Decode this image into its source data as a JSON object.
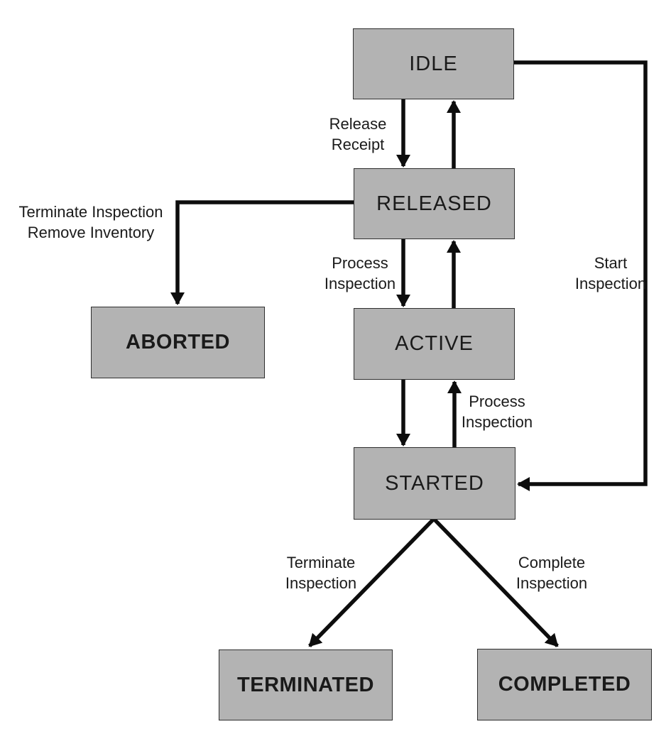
{
  "nodes": [
    {
      "id": "idle",
      "label": "IDLE"
    },
    {
      "id": "released",
      "label": "RELEASED"
    },
    {
      "id": "active",
      "label": "ACTIVE"
    },
    {
      "id": "started",
      "label": "STARTED"
    },
    {
      "id": "aborted",
      "label": "ABORTED"
    },
    {
      "id": "terminated",
      "label": "TERMINATED"
    },
    {
      "id": "completed",
      "label": "COMPLETED"
    }
  ],
  "edge_labels": [
    {
      "id": "release-receipt",
      "text": "Release\nReceipt"
    },
    {
      "id": "process-inspection-released-active",
      "text": "Process\nInspection"
    },
    {
      "id": "process-inspection-started-active",
      "text": "Process\nInspection"
    },
    {
      "id": "start-inspection",
      "text": "Start\nInspection"
    },
    {
      "id": "terminate-inspection-remove-inventory",
      "text": "Terminate Inspection\nRemove Inventory"
    },
    {
      "id": "terminate-inspection",
      "text": "Terminate\nInspection"
    },
    {
      "id": "complete-inspection",
      "text": "Complete\nInspection"
    }
  ],
  "colors": {
    "background": "#ffffff",
    "node_fill": "#b3b3b3",
    "node_border": "#2f2f2f",
    "arrow": "#0d0d0d",
    "text": "#1a1a1a"
  }
}
